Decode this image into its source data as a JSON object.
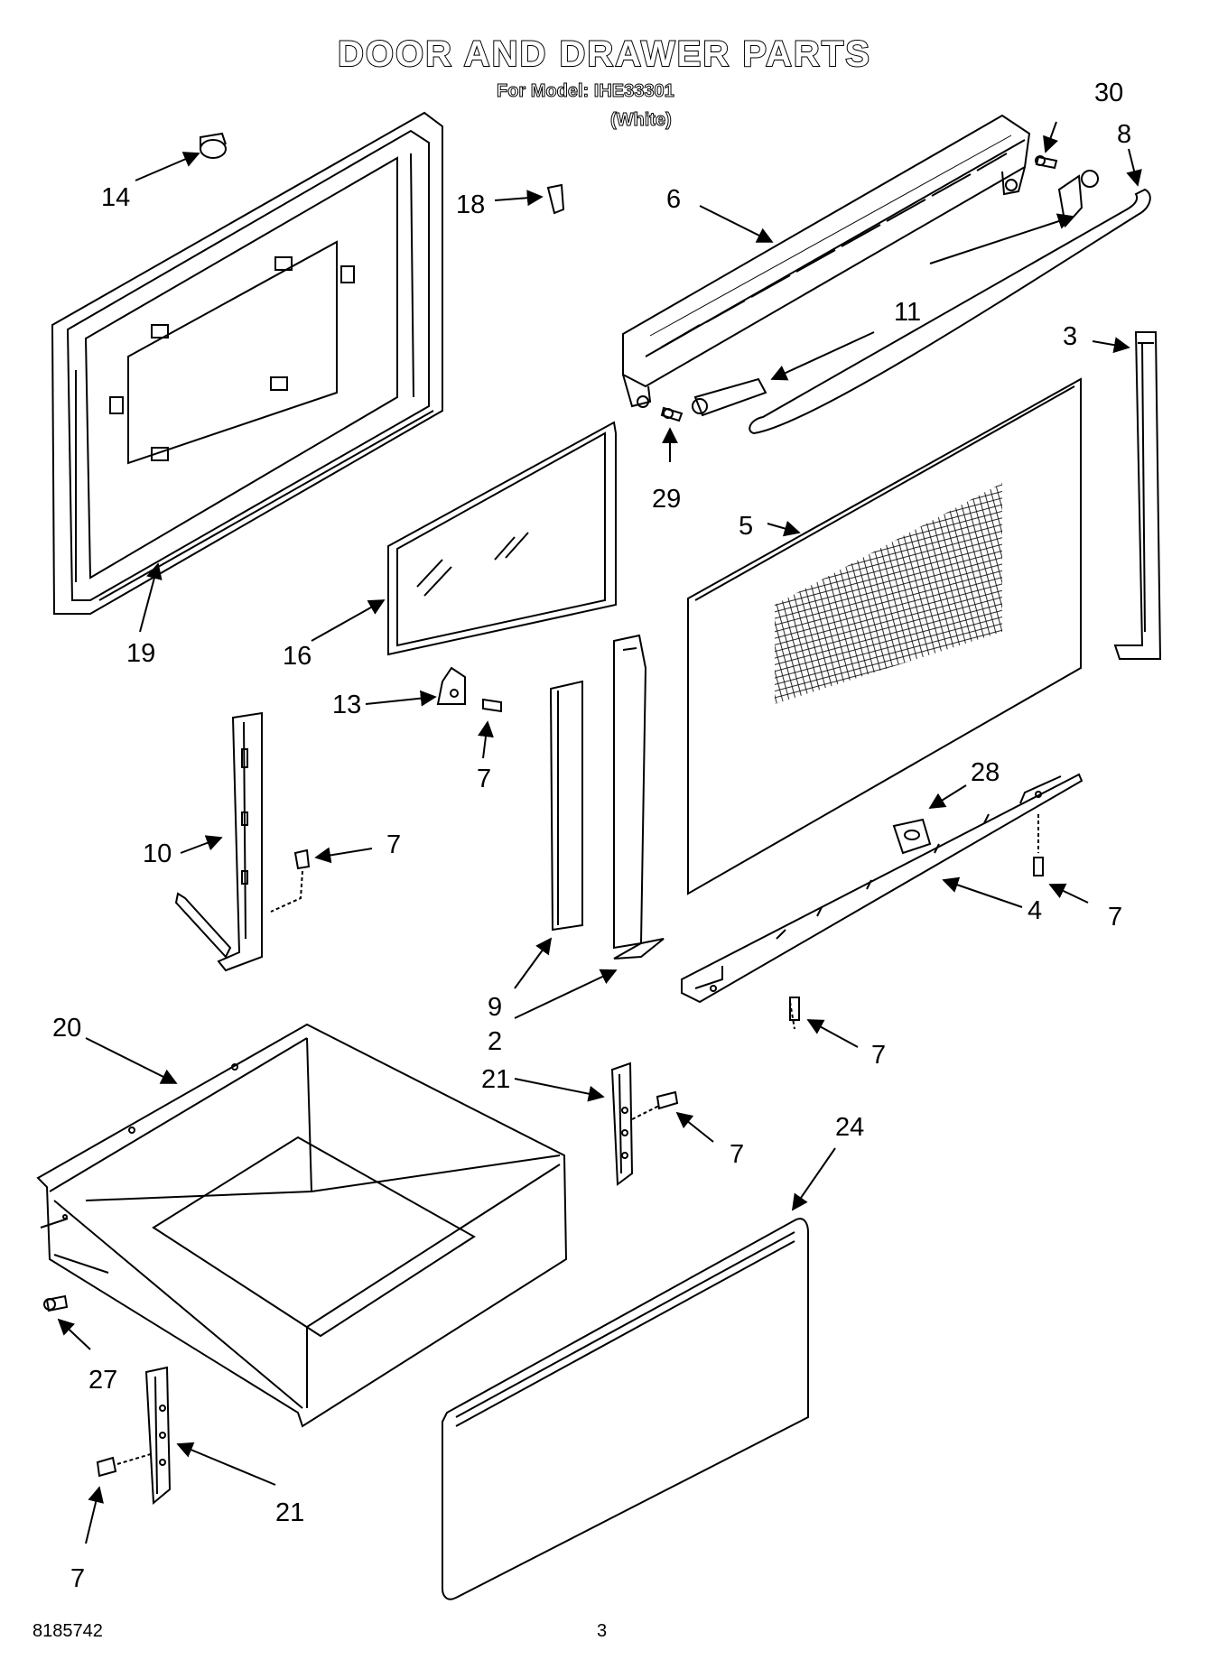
{
  "header": {
    "title": "DOOR AND DRAWER PARTS",
    "model_line": "For Model: IHE33301",
    "color_line": "(White)"
  },
  "footer": {
    "doc_number": "8185742",
    "page_number": "3"
  },
  "callouts": {
    "c14": "14",
    "c18": "18",
    "c6": "6",
    "c30": "30",
    "c8": "8",
    "c11": "11",
    "c3": "3",
    "c29": "29",
    "c5": "5",
    "c19": "19",
    "c16": "16",
    "c13": "13",
    "c7a": "7",
    "c10": "10",
    "c7b": "7",
    "c28": "28",
    "c9": "9",
    "c2": "2",
    "c4": "4",
    "c7c": "7",
    "c7d": "7",
    "c20": "20",
    "c21a": "21",
    "c7e": "7",
    "c24": "24",
    "c27": "27",
    "c21b": "21",
    "c7f": "7"
  }
}
